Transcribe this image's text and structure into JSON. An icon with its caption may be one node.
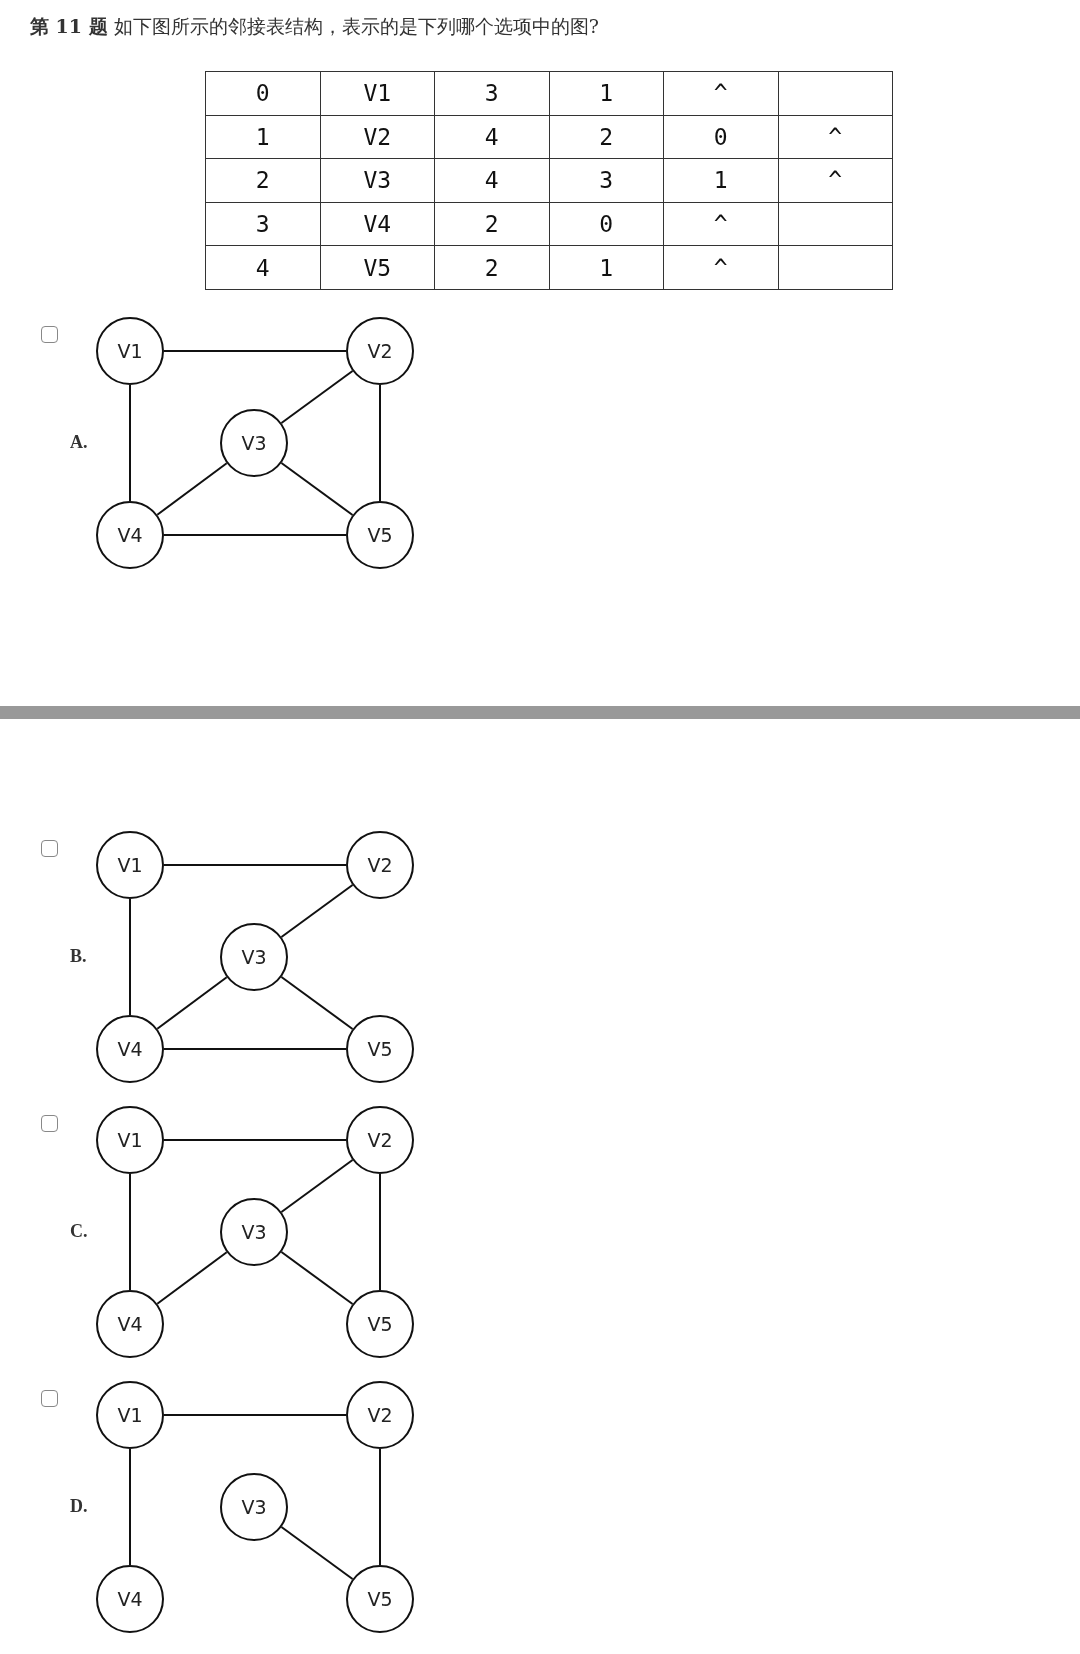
{
  "diagram": {
    "title": "**第 11 题** 如下图所示的邻接表结构，表示的是下列哪个选项中的图?",
    "nodes": [
      {
        "text": [
          "V1"
        ]
      },
      {
        "text": [
          "V2"
        ]
      },
      {
        "text": [
          "V3"
        ]
      },
      {
        "text": [
          "V4"
        ]
      },
      {
        "text": [
          "V5"
        ]
      },
      {
        "text": [
          "V1"
        ]
      },
      {
        "text": [
          "V2"
        ]
      },
      {
        "text": [
          "V3"
        ]
      },
      {
        "text": [
          "V4"
        ]
      },
      {
        "text": [
          "V5"
        ]
      },
      {
        "text": [
          "V1"
        ]
      },
      {
        "text": [
          "V2"
        ]
      },
      {
        "text": [
          "V3"
        ]
      },
      {
        "text": [
          "V4"
        ]
      },
      {
        "text": [
          "V5"
        ]
      },
      {
        "text": [
          "V1"
        ]
      },
      {
        "text": [
          "V2"
        ]
      },
      {
        "text": [
          "V3"
        ]
      },
      {
        "text": [
          "V4"
        ]
      },
      {
        "text": [
          "V5"
        ]
      }
    ],
    "edges": [
      {
        "from": 0,
        "to": 1,
        "arrow": "none"
      },
      {
        "from": 0,
        "to": 3,
        "arrow": "none"
      },
      {
        "from": 1,
        "to": 2,
        "arrow": "none"
      },
      {
        "from": 1,
        "to": 4,
        "arrow": "none"
      },
      {
        "from": 2,
        "to": 3,
        "arrow": "none"
      },
      {
        "from": 2,
        "to": 4,
        "arrow": "none"
      },
      {
        "from": 3,
        "to": 4,
        "arrow": "none"
      },
      {
        "from": 5,
        "to": 6,
        "arrow": "none"
      },
      {
        "from": 5,
        "to": 8,
        "arrow": "none"
      },
      {
        "from": 6,
        "to": 7,
        "arrow": "none"
      },
      {
        "from": 7,
        "to": 8,
        "arrow": "none"
      },
      {
        "from": 7,
        "to": 9,
        "arrow": "none"
      },
      {
        "from": 8,
        "to": 9,
        "arrow": "none"
      },
      {
        "from": 10,
        "to": 11,
        "arrow": "none"
      },
      {
        "from": 10,
        "to": 13,
        "arrow": "none"
      },
      {
        "from": 11,
        "to": 12,
        "arrow": "none"
      },
      {
        "from": 11,
        "to": 14,
        "arrow": "none"
      },
      {
        "from": 12,
        "to": 13,
        "arrow": "none"
      },
      {
        "from": 12,
        "to": 14,
        "arrow": "none"
      },
      {
        "from": 15,
        "to": 16,
        "arrow": "none"
      },
      {
        "from": 15,
        "to": 18,
        "arrow": "none"
      },
      {
        "from": 16,
        "to": 19,
        "arrow": "none"
      },
      {
        "from": 17,
        "to": 19,
        "arrow": "none"
      }
    ],
    "labels": [
      "0",
      "V1",
      "3",
      "1",
      "^",
      "1",
      "V2",
      "4",
      "2",
      "0",
      "^",
      "2",
      "V3",
      "4",
      "3",
      "1",
      "^",
      "3",
      "V4",
      "2",
      "0",
      "^",
      "4",
      "V5",
      "2",
      "1",
      "^",
      "A.",
      "B.",
      "C.",
      "D."
    ]
  }
}
